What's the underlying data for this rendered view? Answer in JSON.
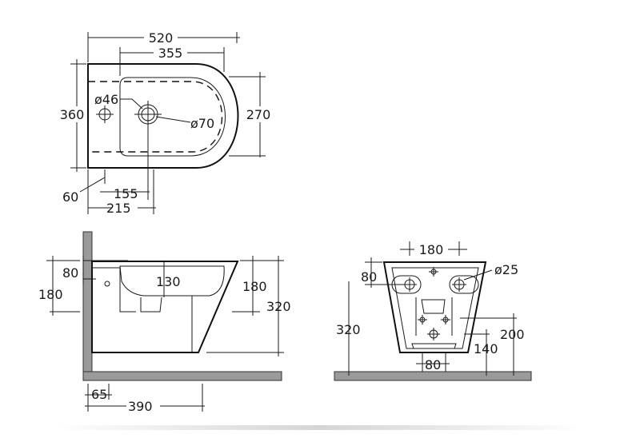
{
  "top_view": {
    "overall_length": "520",
    "bowl_length": "355",
    "width": "360",
    "bowl_width": "270",
    "tap_hole": "ø46",
    "waste_hole": "ø70",
    "fixing_offset": "60",
    "fixing_a": "155",
    "fixing_b": "215"
  },
  "side_view": {
    "inlet_height": "80",
    "bowl_depth": "130",
    "fixing_height": "180",
    "rim_height_inner": "180",
    "overall_height": "320",
    "wall_gap": "65",
    "projection": "390"
  },
  "back_view": {
    "fixing_spacing": "180",
    "fixing_hole": "ø25",
    "top_offset": "80",
    "overall_height": "320",
    "waste_spacing": "80",
    "outlet_height_a": "140",
    "outlet_height_b": "200"
  },
  "colors": {
    "line": "#1a1a1a",
    "wall": "#9a9a9a",
    "background": "#ffffff"
  }
}
